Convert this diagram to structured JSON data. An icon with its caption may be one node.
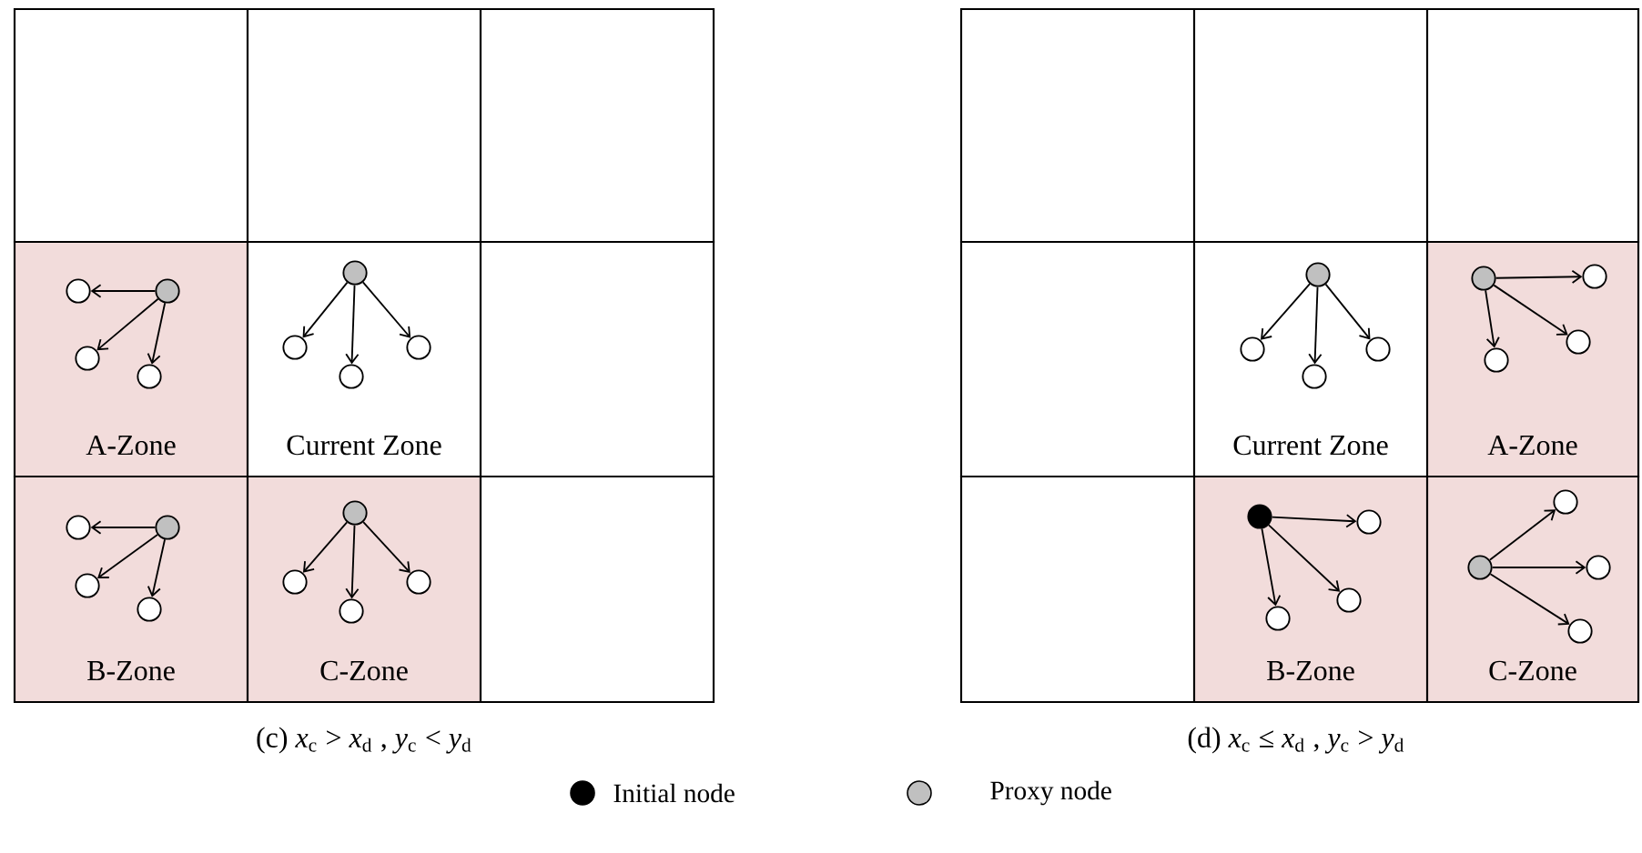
{
  "diagram": {
    "nodes": [
      {
        "text": [],
        "shape": "box"
      },
      {
        "text": [],
        "shape": "box"
      },
      {
        "text": [],
        "shape": "box"
      },
      {
        "text": [
          "A-Zone"
        ]
      },
      {
        "text": [],
        "shape": "circle",
        "in": 3
      },
      {
        "text": [],
        "shape": "circle",
        "in": 3
      },
      {
        "text": [],
        "shape": "circle",
        "in": 3
      },
      {
        "text": [],
        "shape": "circle",
        "in": 3
      },
      {
        "text": [
          "Current Zone"
        ]
      },
      {
        "text": [],
        "shape": "circle",
        "in": 8
      },
      {
        "text": [],
        "shape": "circle",
        "in": 8
      },
      {
        "text": [],
        "shape": "circle",
        "in": 8
      },
      {
        "text": [],
        "shape": "circle",
        "in": 8
      },
      {
        "text": [],
        "shape": "box"
      },
      {
        "text": [
          "B-Zone"
        ]
      },
      {
        "text": [],
        "shape": "circle",
        "in": 14
      },
      {
        "text": [],
        "shape": "circle",
        "in": 14
      },
      {
        "text": [],
        "shape": "circle",
        "in": 14
      },
      {
        "text": [],
        "shape": "circle",
        "in": 14
      },
      {
        "text": [
          "C-Zone"
        ]
      },
      {
        "text": [],
        "shape": "circle",
        "in": 19
      },
      {
        "text": [],
        "shape": "circle",
        "in": 19
      },
      {
        "text": [],
        "shape": "circle",
        "in": 19
      },
      {
        "text": [],
        "shape": "circle",
        "in": 19
      },
      {
        "text": [],
        "shape": "box"
      },
      {
        "text": [],
        "shape": "box"
      },
      {
        "text": [],
        "shape": "box"
      },
      {
        "text": [],
        "shape": "box"
      },
      {
        "text": [],
        "shape": "box"
      },
      {
        "text": [
          "Current Zone"
        ]
      },
      {
        "text": [],
        "shape": "circle",
        "in": 29
      },
      {
        "text": [],
        "shape": "circle",
        "in": 29
      },
      {
        "text": [],
        "shape": "circle",
        "in": 29
      },
      {
        "text": [],
        "shape": "circle",
        "in": 29
      },
      {
        "text": [
          "A-Zone"
        ]
      },
      {
        "text": [],
        "shape": "circle",
        "in": 34
      },
      {
        "text": [],
        "shape": "circle",
        "in": 34
      },
      {
        "text": [],
        "shape": "circle",
        "in": 34
      },
      {
        "text": [],
        "shape": "circle",
        "in": 34
      },
      {
        "text": [],
        "shape": "box"
      },
      {
        "text": [
          "B-Zone"
        ]
      },
      {
        "text": [],
        "shape": "circle",
        "in": 40
      },
      {
        "text": [],
        "shape": "circle",
        "in": 40
      },
      {
        "text": [],
        "shape": "circle",
        "in": 40
      },
      {
        "text": [],
        "shape": "circle",
        "in": 40
      },
      {
        "text": [
          "C-Zone"
        ]
      },
      {
        "text": [],
        "shape": "circle",
        "in": 45
      },
      {
        "text": [],
        "shape": "circle",
        "in": 45
      },
      {
        "text": [],
        "shape": "circle",
        "in": 45
      },
      {
        "text": [],
        "shape": "circle",
        "in": 45
      }
    ],
    "edges": [
      {
        "from": 4,
        "to": 5,
        "arrow": "to"
      },
      {
        "from": 4,
        "to": 6,
        "arrow": "to"
      },
      {
        "from": 4,
        "to": 7,
        "arrow": "to"
      },
      {
        "from": 9,
        "to": 10,
        "arrow": "to"
      },
      {
        "from": 9,
        "to": 11,
        "arrow": "to"
      },
      {
        "from": 9,
        "to": 12,
        "arrow": "to"
      },
      {
        "from": 15,
        "to": 16,
        "arrow": "to"
      },
      {
        "from": 15,
        "to": 17,
        "arrow": "to"
      },
      {
        "from": 15,
        "to": 18,
        "arrow": "to"
      },
      {
        "from": 20,
        "to": 21,
        "arrow": "to"
      },
      {
        "from": 20,
        "to": 22,
        "arrow": "to"
      },
      {
        "from": 20,
        "to": 23,
        "arrow": "to"
      },
      {
        "from": 30,
        "to": 31,
        "arrow": "to"
      },
      {
        "from": 30,
        "to": 32,
        "arrow": "to"
      },
      {
        "from": 30,
        "to": 33,
        "arrow": "to"
      },
      {
        "from": 35,
        "to": 36,
        "arrow": "to"
      },
      {
        "from": 35,
        "to": 37,
        "arrow": "to"
      },
      {
        "from": 35,
        "to": 38,
        "arrow": "to"
      },
      {
        "from": 41,
        "to": 42,
        "arrow": "to"
      },
      {
        "from": 41,
        "to": 43,
        "arrow": "to"
      },
      {
        "from": 41,
        "to": 44,
        "arrow": "to"
      },
      {
        "from": 46,
        "to": 47,
        "arrow": "to"
      },
      {
        "from": 46,
        "to": 48,
        "arrow": "to"
      },
      {
        "from": 46,
        "to": 49,
        "arrow": "to"
      }
    ],
    "labels": [
      "(c) *x*$_{c}$ > *x*$_{d}$ , *y*$_{c}$ < *y*$_{d}$",
      "(d) *x*$_{c}$ ≤ *x*$_{d}$ , *y*$_{c}$ > *y*$_{d}$"
    ],
    "legend": [
      {
        "text": "Initial node",
        "color": "#000000"
      },
      {
        "text": "Proxy node",
        "color": "#c0c0c0"
      }
    ]
  }
}
